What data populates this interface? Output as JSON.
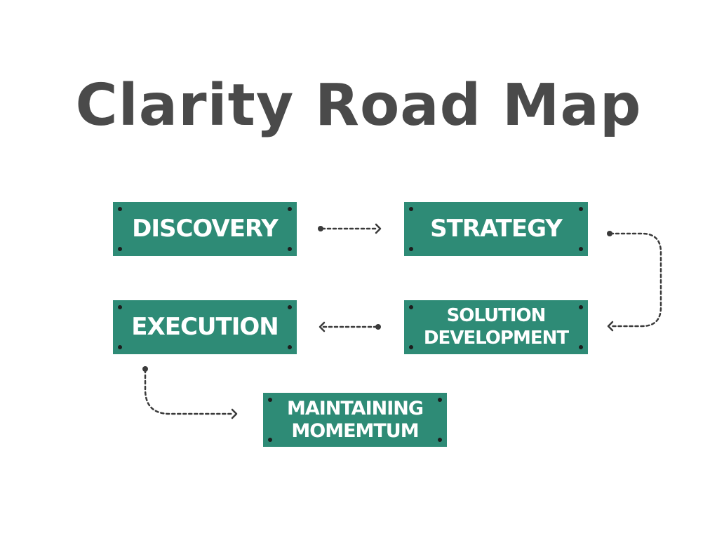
{
  "title": "Clarity Road Map",
  "steps": [
    {
      "id": "discovery",
      "label": "DISCOVERY"
    },
    {
      "id": "strategy",
      "label": "STRATEGY"
    },
    {
      "id": "solution",
      "label": "SOLUTION\nDEVELOPMENT"
    },
    {
      "id": "execution",
      "label": "EXECUTION"
    },
    {
      "id": "maintain",
      "label": "MAINTAINING\nMOMEMTUM"
    }
  ],
  "colors": {
    "box": "#2e8b76",
    "title": "#4a4a4a",
    "connector": "#3a3a3a"
  }
}
